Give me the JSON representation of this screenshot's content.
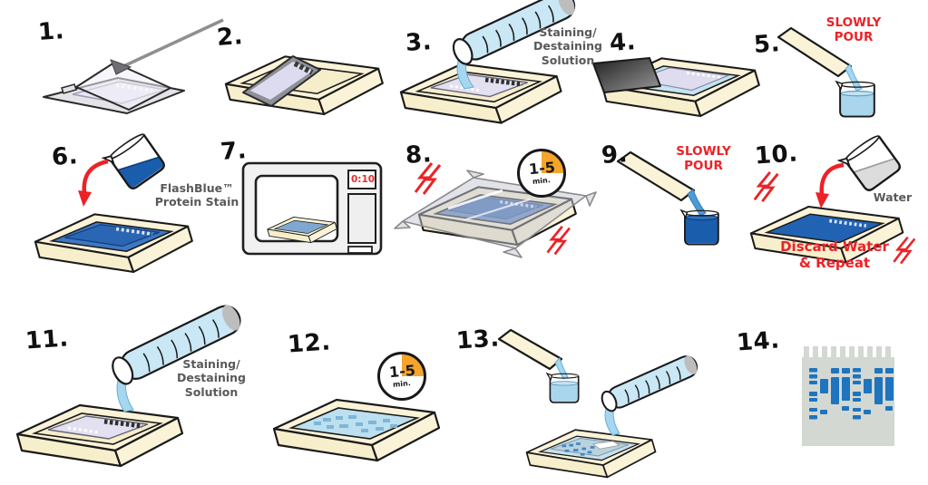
{
  "diagram": {
    "description": "14-step gel staining and destaining protocol",
    "colors": {
      "accent_red": "#EC2227",
      "tray_cream": "#FBF3D8",
      "light_blue": "#A9D6EC",
      "stain_dark_blue": "#1A5DAD",
      "timer_orange": "#F6A42C",
      "label_gray": "#58595B",
      "band_blue": "#1E74BE"
    }
  },
  "steps": [
    {
      "number": "1."
    },
    {
      "number": "2."
    },
    {
      "number": "3.",
      "label": "Staining/\nDestaining\nSolution"
    },
    {
      "number": "4."
    },
    {
      "number": "5.",
      "warning": "SLOWLY\nPOUR"
    },
    {
      "number": "6.",
      "label": "FlashBlue™\nProtein Stain"
    },
    {
      "number": "7.",
      "timer_display": "0:10"
    },
    {
      "number": "8.",
      "timer_value": "1-5",
      "timer_unit": "min."
    },
    {
      "number": "9.",
      "warning": "SLOWLY\nPOUR"
    },
    {
      "number": "10.",
      "label": "Water",
      "warning": "Discard Water\n& Repeat"
    },
    {
      "number": "11.",
      "label": "Staining/\nDestaining\nSolution"
    },
    {
      "number": "12.",
      "timer_value": "1-5",
      "timer_unit": "min."
    },
    {
      "number": "13."
    },
    {
      "number": "14."
    }
  ]
}
